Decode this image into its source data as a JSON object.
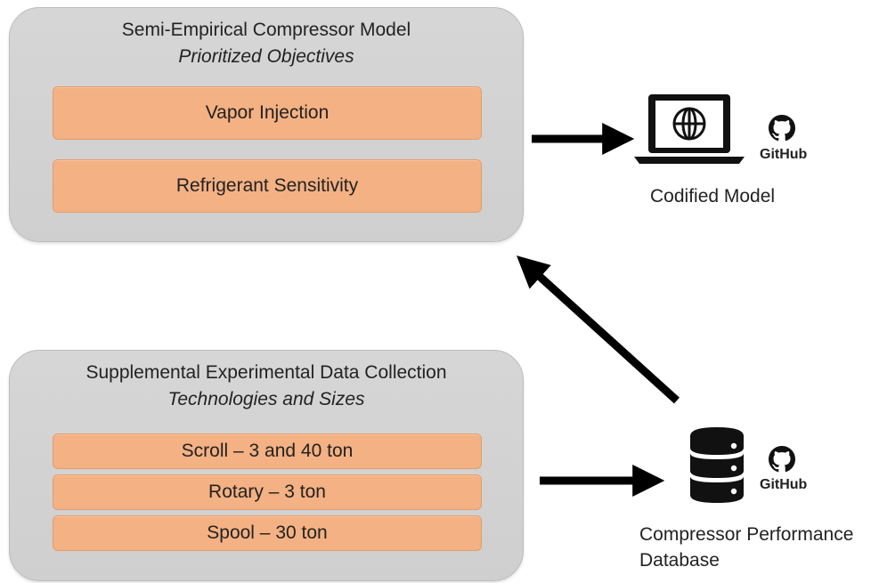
{
  "model_panel": {
    "title": "Semi-Empirical Compressor Model",
    "subtitle": "Prioritized Objectives",
    "items": [
      "Vapor Injection",
      "Refrigerant Sensitivity"
    ]
  },
  "data_panel": {
    "title": "Supplemental Experimental Data Collection",
    "subtitle": "Technologies and Sizes",
    "items": [
      "Scroll – 3 and 40 ton",
      "Rotary – 3 ton",
      "Spool – 30 ton"
    ]
  },
  "outputs": {
    "codified_model": {
      "label": "Codified Model",
      "github": "GitHub",
      "icon": "laptop-globe-icon"
    },
    "database": {
      "label_line1": "Compressor Performance",
      "label_line2": "Database",
      "github": "GitHub",
      "icon": "database-icon"
    }
  },
  "colors": {
    "panel": "#d3d3d3",
    "item": "#f4b183",
    "arrow": "#000000"
  }
}
